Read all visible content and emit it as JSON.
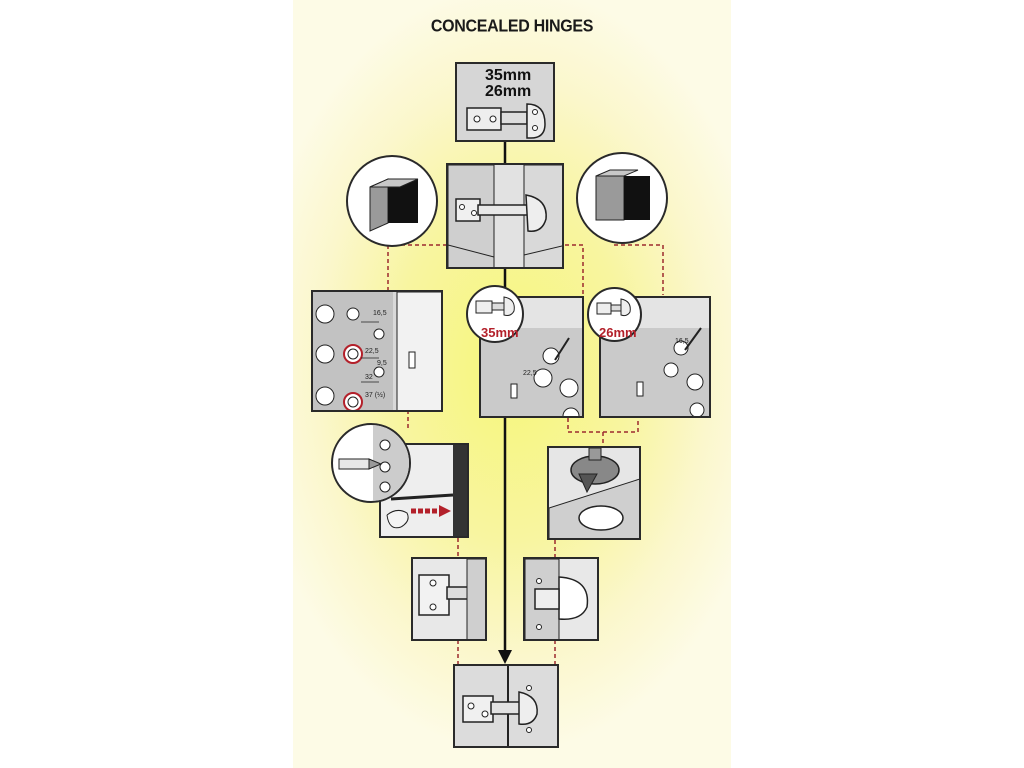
{
  "title": "CONCEALED HINGES",
  "hinge_sizes": [
    "35mm",
    "26mm"
  ],
  "labels": {
    "size_35": "35mm",
    "size_26": "26mm"
  },
  "dimensions_left": [
    "16,5",
    "22,5",
    "9,5",
    "32",
    "37 (½)"
  ],
  "dimensions_35": [
    "22,5"
  ],
  "dimensions_26": [
    "16,5"
  ],
  "colors": {
    "background_yellow": "#f6f67a",
    "panel_gray": "#d6d6d6",
    "accent_red": "#b3202a",
    "line_dark": "#1a1a1a"
  }
}
